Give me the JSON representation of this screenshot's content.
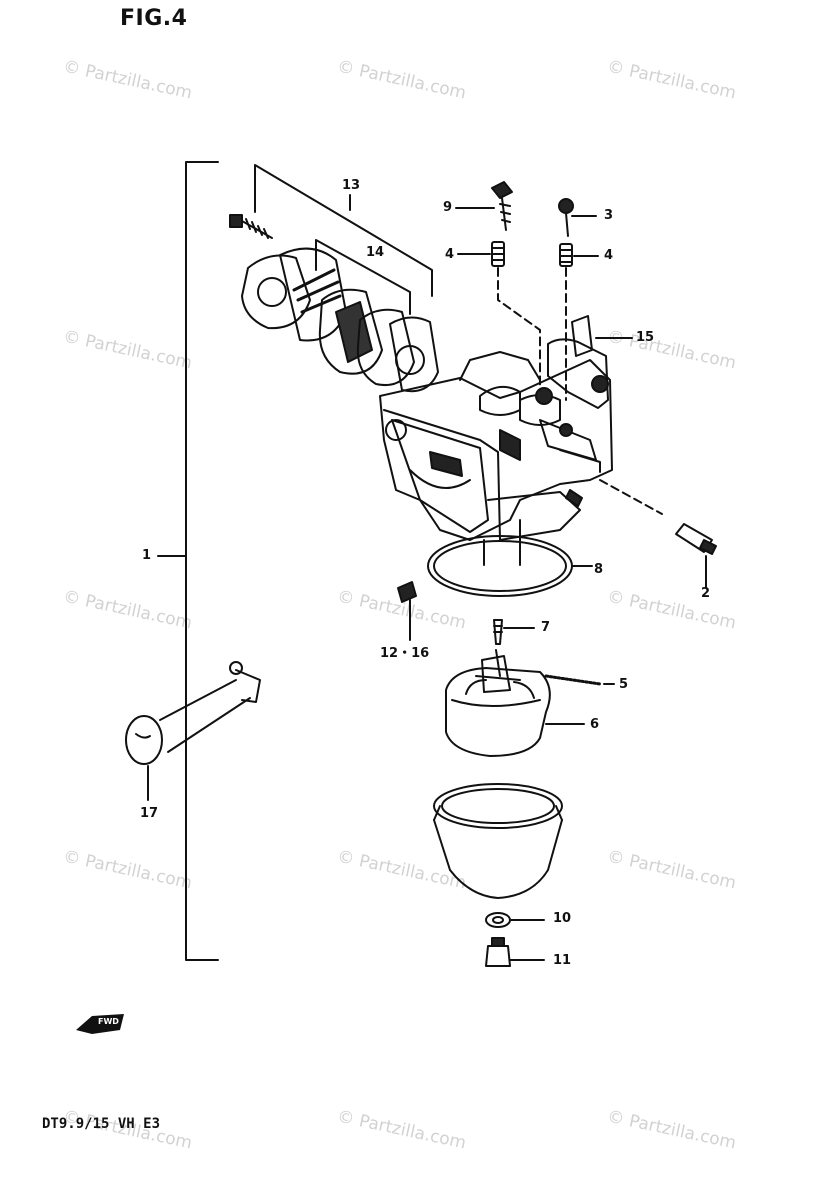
{
  "figure": {
    "title": "FIG.4",
    "model": "DT9.9/15 VH E3",
    "direction_mark": "FWD"
  },
  "watermark": "© Partzilla.com",
  "callouts": [
    {
      "id": "1",
      "text": "1"
    },
    {
      "id": "2",
      "text": "2"
    },
    {
      "id": "3",
      "text": "3"
    },
    {
      "id": "4a",
      "text": "4"
    },
    {
      "id": "4b",
      "text": "4"
    },
    {
      "id": "5",
      "text": "5"
    },
    {
      "id": "6",
      "text": "6"
    },
    {
      "id": "7",
      "text": "7"
    },
    {
      "id": "8",
      "text": "8"
    },
    {
      "id": "9",
      "text": "9"
    },
    {
      "id": "10",
      "text": "10"
    },
    {
      "id": "11",
      "text": "11"
    },
    {
      "id": "12",
      "text": "12・16"
    },
    {
      "id": "13",
      "text": "13"
    },
    {
      "id": "14",
      "text": "14"
    },
    {
      "id": "15",
      "text": "15"
    },
    {
      "id": "17",
      "text": "17"
    }
  ]
}
